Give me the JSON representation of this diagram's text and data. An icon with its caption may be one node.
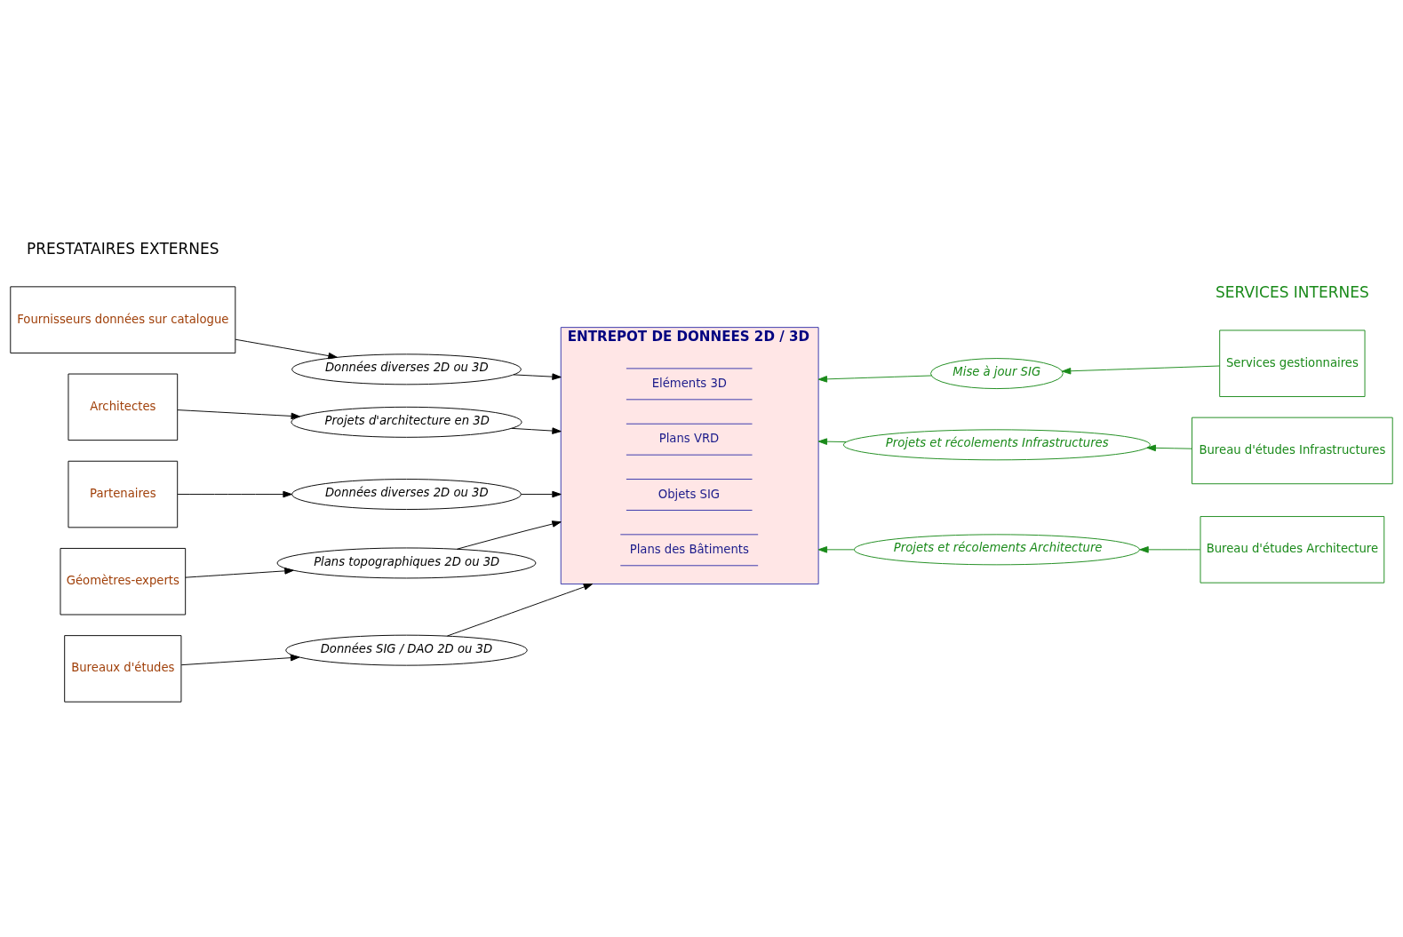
{
  "diagram": {
    "nodes": [
      {
        "text": [
          "Géomètres-experts"
        ]
      },
      {
        "text": [
          "Fournisseurs données sur catalogue"
        ]
      },
      {
        "text": [
          "Architectes"
        ]
      },
      {
        "text": [
          "Bureaux d'études"
        ]
      },
      {
        "text": [
          "Partenaires"
        ]
      },
      {
        "text": [
          "Plans topographiques 2D ou 3D"
        ]
      },
      {
        "text": [
          "Données diverses 2D ou 3D"
        ]
      },
      {
        "text": [
          "Projets d'architecture en 3D"
        ]
      },
      {
        "text": [
          "Données SIG / DAO 2D ou 3D"
        ]
      },
      {
        "text": [
          "Données diverses 2D ou 3D"
        ]
      },
      {
        "text": [
          "ENTREPOT DE DONNEES 2D / 3D"
        ]
      },
      {
        "text": [
          "Objets SIG"
        ],
        "in": 10
      },
      {
        "text": [
          "Eléments 3D"
        ],
        "in": 10
      },
      {
        "text": [
          "Plans VRD"
        ],
        "in": 10
      },
      {
        "text": [
          "Plans des Bâtiments"
        ],
        "in": 10
      },
      {
        "text": [
          "Services gestionnaires"
        ]
      },
      {
        "text": [
          "Mise à jour SIG"
        ]
      },
      {
        "text": [
          "Bureau d'études Infrastructures"
        ]
      },
      {
        "text": [
          "Projets et récolements Infrastructures"
        ]
      },
      {
        "text": [
          "Projets et récolements Architecture"
        ]
      },
      {
        "text": [
          "Bureau d'études Architecture"
        ]
      }
    ],
    "edges": [
      {
        "from": 0,
        "to": 5,
        "arrow": "to"
      },
      {
        "from": 1,
        "to": 6,
        "arrow": "to"
      },
      {
        "from": 2,
        "to": 7,
        "arrow": "to"
      },
      {
        "from": 3,
        "to": 8,
        "arrow": "to"
      },
      {
        "from": 4,
        "to": 9,
        "arrow": "to"
      },
      {
        "from": 5,
        "to": 10,
        "arrow": "to"
      },
      {
        "from": 6,
        "to": 10,
        "arrow": "to"
      },
      {
        "from": 7,
        "to": 10,
        "arrow": "to"
      },
      {
        "from": 8,
        "to": 10,
        "arrow": "to"
      },
      {
        "from": 9,
        "to": 10,
        "arrow": "to"
      },
      {
        "from": 15,
        "to": 16,
        "arrow": "to",
        "color": "#1a8a1a"
      },
      {
        "from": 16,
        "to": 10,
        "arrow": "to",
        "color": "#1a8a1a"
      },
      {
        "from": 17,
        "to": 18,
        "arrow": "to",
        "color": "#1a8a1a"
      },
      {
        "from": 18,
        "to": 10,
        "arrow": "to",
        "color": "#1a8a1a"
      },
      {
        "from": 20,
        "to": 19,
        "arrow": "to",
        "color": "#1a8a1a"
      },
      {
        "from": 19,
        "to": 10,
        "arrow": "to",
        "color": "#1a8a1a"
      }
    ],
    "labels": [
      "PRESTATAIRES EXTERNES",
      "SERVICES INTERNES"
    ]
  }
}
